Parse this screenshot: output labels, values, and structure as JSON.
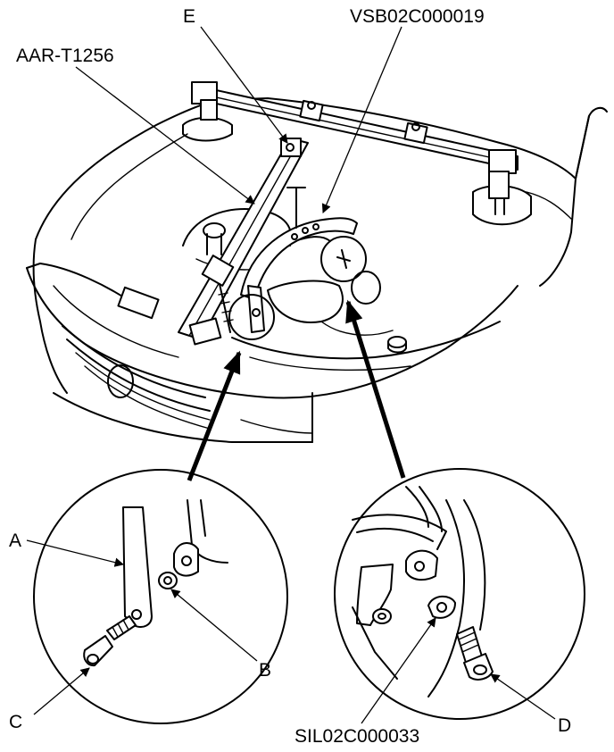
{
  "labels": {
    "e": "E",
    "vsb": "VSB02C000019",
    "aar": "AAR-T1256",
    "a": "A",
    "b": "B",
    "c": "C",
    "d": "D",
    "sil": "SIL02C000033"
  }
}
